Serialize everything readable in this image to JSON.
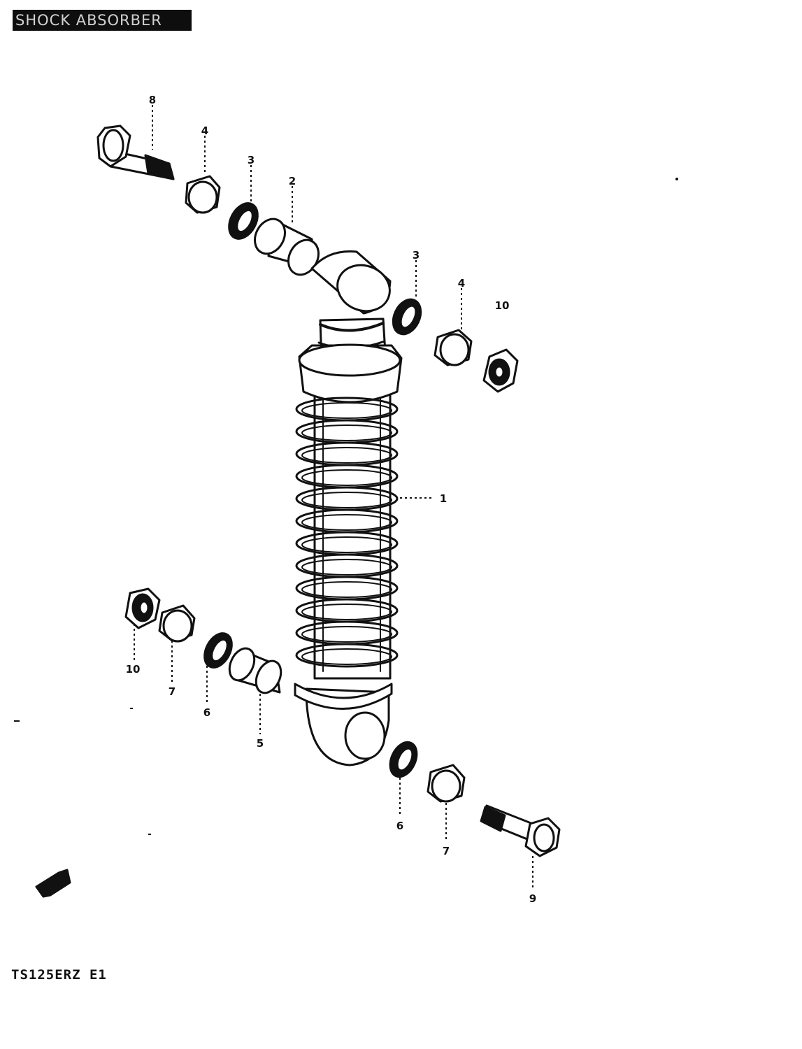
{
  "header": {
    "title": "SHOCK ABSORBER"
  },
  "footer": {
    "model_code": "TS125ERZ E1"
  },
  "callouts": {
    "c1": "1",
    "c2": "2",
    "c3a": "3",
    "c3b": "3",
    "c4a": "4",
    "c4b": "4",
    "c5": "5",
    "c6a": "6",
    "c6b": "6",
    "c7a": "7",
    "c7b": "7",
    "c8": "8",
    "c9": "9",
    "c10a": "10",
    "c10b": "10"
  }
}
